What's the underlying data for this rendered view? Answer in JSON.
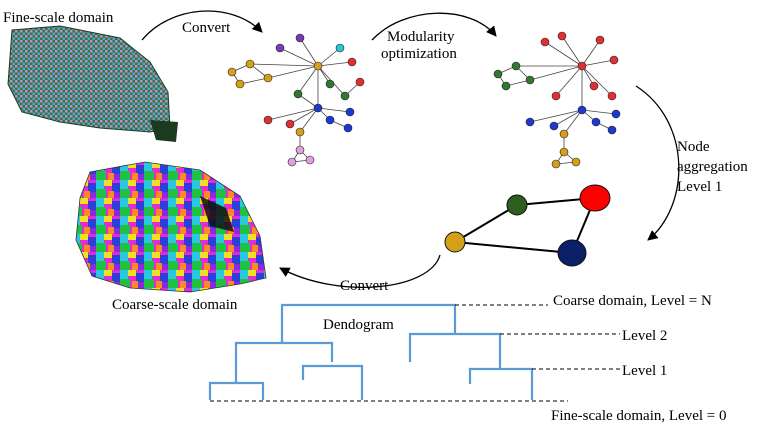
{
  "labels": {
    "fine_scale_domain": "Fine-scale domain",
    "convert_top": "Convert",
    "modularity_1": "Modularity",
    "modularity_2": "optimization",
    "node_1": "Node",
    "node_2": "aggregation",
    "node_3": "Level 1",
    "convert_bottom": "Convert",
    "coarse_scale_domain": "Coarse-scale domain",
    "dendogram": "Dendogram",
    "coarse_domain_level": "Coarse domain, Level = N",
    "level_2": "Level 2",
    "level_1": "Level 1",
    "fine_domain_level": "Fine-scale domain, Level = 0"
  },
  "colors": {
    "dendrogram": "#5b9bd5",
    "node_green": "#2e5e1e",
    "node_red": "#ff0000",
    "node_gold": "#d4a017",
    "node_navy": "#0b1f66"
  },
  "aggregated_graph": {
    "nodes": [
      "green",
      "red",
      "gold",
      "navy"
    ]
  }
}
